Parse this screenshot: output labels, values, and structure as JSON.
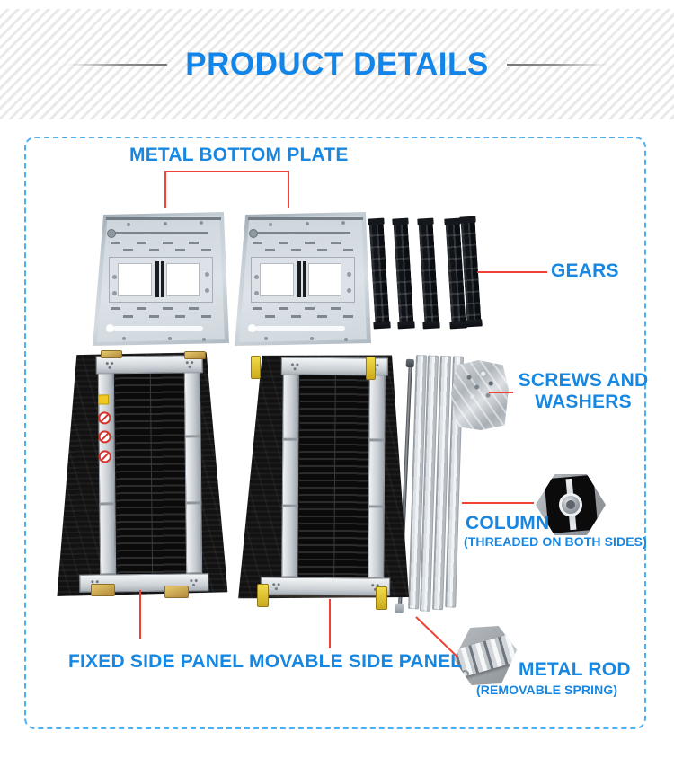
{
  "banner": {
    "title": "PRODUCT DETAILS"
  },
  "callouts": {
    "bottom_plate": {
      "label": "METAL BOTTOM PLATE"
    },
    "gears": {
      "label": "GEARS"
    },
    "screws": {
      "label": "SCREWS AND WASHERS"
    },
    "column": {
      "label": "COLUMN",
      "note": "(THREADED ON BOTH SIDES)"
    },
    "rod": {
      "label": "METAL ROD",
      "note": "(REMOVABLE SPRING)"
    },
    "fixed_panel": {
      "label": "FIXED SIDE PANEL"
    },
    "movable_panel": {
      "label": "MOVABLE SIDE PANEL"
    }
  },
  "colors": {
    "title_blue": "#1485e8",
    "label_blue": "#1787e2",
    "callout_red": "#ef4136",
    "border_blue": "#4cb1f2",
    "banner_stripe": "#eae9e7"
  }
}
